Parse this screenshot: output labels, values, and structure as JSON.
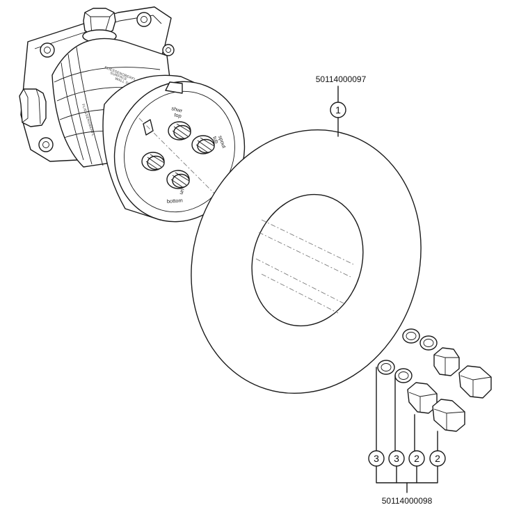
{
  "part_numbers": {
    "escutcheon": "50114000097",
    "plug_kit": "50114000098"
  },
  "callouts": {
    "escutcheon": "1",
    "plug_a": "3",
    "plug_b": "3",
    "plug_c": "2",
    "plug_d": "2"
  },
  "valve_labels": {
    "shower_top_1": "shwr",
    "shower_top_2": "top",
    "tub_spout_1": "tub",
    "tub_spout_2": "spout",
    "bottom_1": "un",
    "bottom_2": "bottom",
    "wall_surface_1": "FLIESSENOBERFL",
    "wall_surface_2": "SURFACE",
    "wall_surface_3": "WALL SURFACE"
  },
  "colors": {
    "line": "#1a1a1a",
    "background": "#ffffff"
  }
}
